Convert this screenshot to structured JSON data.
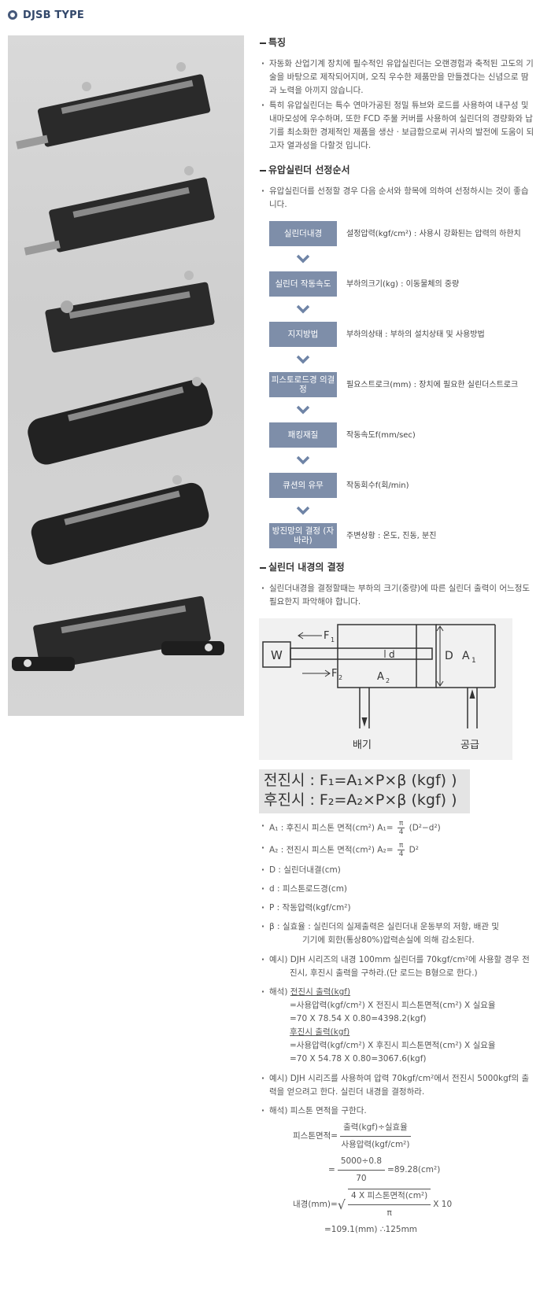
{
  "header": {
    "title": "DJSB TYPE"
  },
  "features": {
    "title": "특징",
    "items": [
      "자동화 산업기계 장치에 필수적인 유압실린더는 오랜경험과 축적된 고도의 기술을 바탕으로 제작되어지며, 오직 우수한 제품만을 만들겠다는 신념으로 땀과 노력을 아끼지 않습니다.",
      "특히 유압실린더는 특수 연마가공된 정밀 튜브와 로드를 사용하여 내구성 및 내마모성에 우수하며, 또한 FCD 주물 커버를 사용하여 실린더의 경량화와 납기를 최소화한 경제적인 제품을 생산 · 보급함으로써 귀사의 발전에 도움이 되고자 열과성을 다할것 입니다."
    ]
  },
  "selection": {
    "title": "유압실린더 선정순서",
    "intro": "유압실린더를 선정할 경우 다음 순서와 항목에 의하여 선정하시는 것이 좋습니다.",
    "steps": [
      {
        "label": "실린더내경",
        "desc": "설정압력(kgf/cm²) : 사용시 강화된는 압력의 하한치"
      },
      {
        "label": "실린더 작동속도",
        "desc": "부하의크기(kg) : 이동물체의 중량"
      },
      {
        "label": "지지방법",
        "desc": "부하의상태 : 부하의 설치상태 및 사용방법"
      },
      {
        "label": "피스토로드경 의결정",
        "desc": "필요스트로크(mm) : 장치에 필요한 실린더스트로크"
      },
      {
        "label": "패킹재질",
        "desc": "작동속도f(mm/sec)"
      },
      {
        "label": "큐션의 유무",
        "desc": "작동회수f(회/min)"
      },
      {
        "label": "방진망의 결정 (자바라)",
        "desc": "주변상황 : 온도, 진동, 분진"
      }
    ]
  },
  "bore": {
    "title": "실린더 내경의 결정",
    "intro": "실린더내경을 결정할때는 부하의 크기(중량)에 따른 실린더 출력이 어느정도 필요한지 파악해야 합니다.",
    "diagram": {
      "w": "W",
      "f1": "F",
      "f1_sub": "1",
      "f2": "F",
      "f2_sub": "2",
      "d_small": "d",
      "d_big": "D",
      "a1": "A",
      "a1_sub": "1",
      "a2": "A",
      "a2_sub": "2",
      "exhaust": "배기",
      "supply": "공급"
    },
    "formula1": "전진시 : F₁=A₁×P×β (kgf) )",
    "formula2": "후진시 : F₂=A₂×P×β (kgf) )",
    "defs": {
      "a1_label": "A₁ : 후진시 피스톤 면적(cm²) A₁=",
      "a1_tail": "(D²−d²)",
      "a2_label": "A₂ : 전진시 피스톤 면적(cm²) A₂=",
      "a2_tail": "D²",
      "pi": "π",
      "four": "4",
      "d_big": "D : 실린더내결(cm)",
      "d_small": "d : 피스톤로드경(cm)",
      "p": "P : 작동압력(kgf/cm²)",
      "beta1": "β : 실효율 : 실린더의 실제출력은 실린더내 운동부의 저항, 배관 및",
      "beta2": "기기에 회한(통상80%)압력손실에 의해 감소된다."
    },
    "example1": {
      "q1": "예시) DJH 시리즈의 내경 100mm 실린더를 70kgf/cm²에 사용할 경우 전",
      "q2": "진시, 후진시 출력을 구하라.(단 로드는 B형으로 한다.)",
      "sol_label": "해석)",
      "fwd_title": "전진시 출력(kgf)",
      "fwd_l1": "=사용압력(kgf/cm²) X 전진시 피스톤면적(cm²) X 실요율",
      "fwd_l2": "=70 X 78.54 X 0.80=4398.2(kgf)",
      "bwd_title": "후진시 출력(kgf)",
      "bwd_l1": "=사용압력(kgf/cm²) X 후진시 피스톤면적(cm²) X 실요율",
      "bwd_l2": "=70 X 54.78 X 0.80=3067.6(kgf)"
    },
    "example2": {
      "q1": "예시) DJH 시리즈를 사용하여 압력 70kgf/cm²에서 전진시 5000kgf의 출",
      "q2": "력을 얻으려고 한다. 실린더 내경을 결정하라.",
      "sol": "해석) 피스톤 면적을 구한다.",
      "area_label": "피스톤면적=",
      "area_num": "출력(kgf)÷실효율",
      "area_den": "사용압력(kgf/cm²)",
      "eq": "=",
      "calc_num": "5000÷0.8",
      "calc_den": "70",
      "calc_res": "=89.28(cm²)",
      "bore_label": "내경(mm)=",
      "bore_num": "4 X 피스톤면적(cm²)",
      "bore_den": "π",
      "bore_tail": "X 10",
      "result": "=109.1(mm) ∴125mm"
    }
  }
}
